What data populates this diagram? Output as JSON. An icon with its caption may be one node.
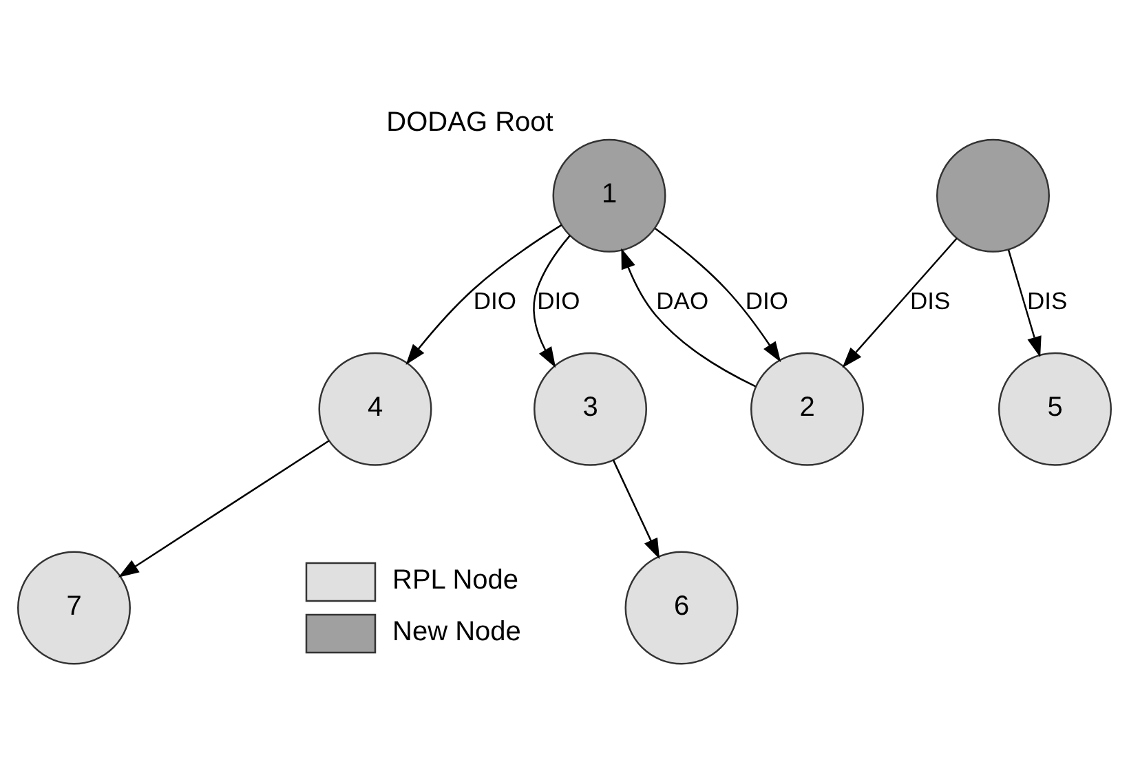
{
  "diagram": {
    "nodes": [
      {
        "text": [
          "1"
        ],
        "beside": [
          "DODAG Root"
        ]
      },
      {
        "text": [
          "2"
        ]
      },
      {
        "text": [
          "3"
        ]
      },
      {
        "text": [
          "4"
        ]
      },
      {
        "text": [],
        "shape": "circle"
      },
      {
        "text": [
          "5"
        ]
      },
      {
        "text": [
          "6"
        ]
      },
      {
        "text": [
          "7"
        ]
      }
    ],
    "edges": [
      {
        "from": 0,
        "to": 1,
        "arrow": "to",
        "label": "DIO"
      },
      {
        "from": 1,
        "to": 0,
        "arrow": "to",
        "label": "DAO"
      },
      {
        "from": 0,
        "to": 2,
        "arrow": "to",
        "label": "DIO"
      },
      {
        "from": 0,
        "to": 3,
        "arrow": "to",
        "label": "DIO"
      },
      {
        "from": 4,
        "to": 1,
        "arrow": "to",
        "label": "DIS"
      },
      {
        "from": 4,
        "to": 5,
        "arrow": "to",
        "label": "DIS"
      },
      {
        "from": 2,
        "to": 6,
        "arrow": "to"
      },
      {
        "from": 3,
        "to": 7,
        "arrow": "to"
      }
    ],
    "legend": [
      {
        "text": "RPL Node",
        "color": "#e0e0e0"
      },
      {
        "text": "New Node",
        "color": "#a0a0a0"
      }
    ]
  }
}
